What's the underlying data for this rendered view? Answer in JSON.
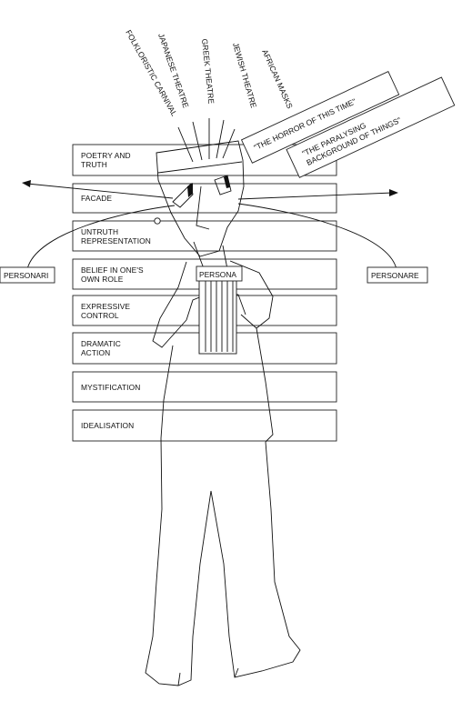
{
  "sources": [
    "FOLKLORISTIC CARNIVAL",
    "JAPANESE THEATRE",
    "GREEK THEATRE",
    "JEWISH THEATRE",
    "AFRICAN MASKS"
  ],
  "layers": [
    [
      "POETRY AND",
      "TRUTH"
    ],
    [
      "FACADE"
    ],
    [
      "UNTRUTH",
      "REPRESENTATION"
    ],
    [
      "BELIEF IN ONE'S",
      "OWN ROLE"
    ],
    [
      "EXPRESSIVE",
      "CONTROL"
    ],
    [
      "DRAMATIC",
      "ACTION"
    ],
    [
      "MYSTIFICATION"
    ],
    [
      "IDEALISATION"
    ]
  ],
  "quotes": {
    "horror": "\"THE HORROR OF THIS TIME\"",
    "paralysing_line1": "\"THE PARALYSING",
    "paralysing_line2": "BACKGROUND OF THINGS\""
  },
  "labels": {
    "left": "PERSONARI",
    "right": "PERSONARE",
    "center": "PERSONA"
  }
}
